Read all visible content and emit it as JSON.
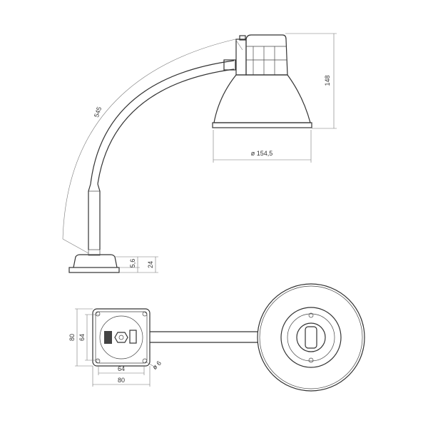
{
  "dimensions": {
    "arm_length": "545",
    "shade_height": "148",
    "shade_diameter": "ø 154,5",
    "base_plate_height": "5,6",
    "base_height": "24",
    "base_outer_vertical": "80",
    "base_inner_vertical": "64",
    "base_inner_horizontal": "64",
    "base_outer_horizontal": "80",
    "hole_diameter": "ø 6"
  },
  "colors": {
    "line": "#333333",
    "dimension": "#777777"
  }
}
